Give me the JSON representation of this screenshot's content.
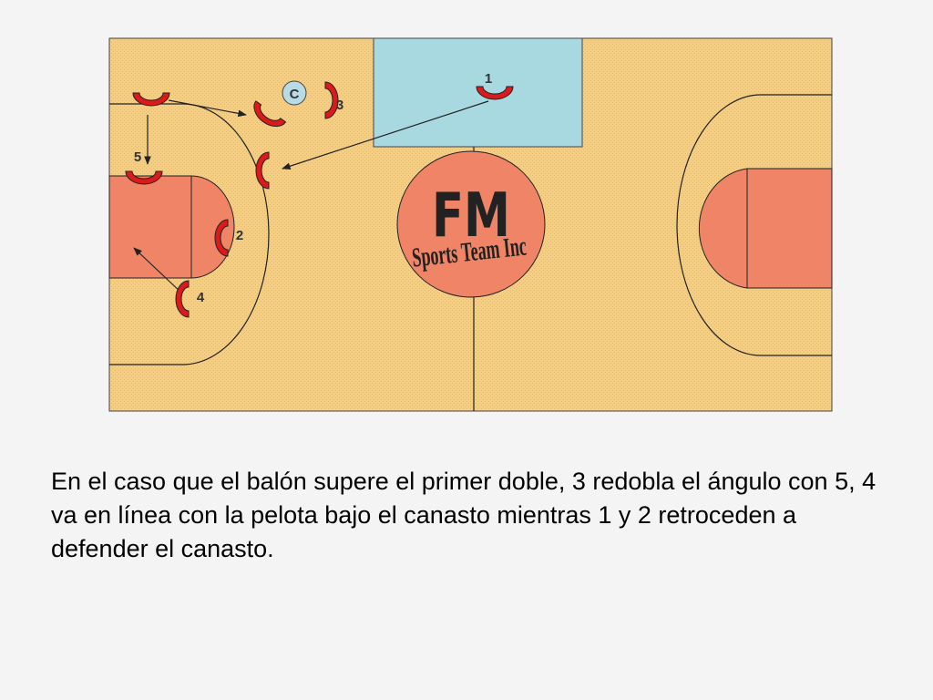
{
  "logo": {
    "line1": "FM",
    "line2": "Sports Team Inc"
  },
  "players": [
    {
      "id": "1",
      "label": "1"
    },
    {
      "id": "2",
      "label": "2"
    },
    {
      "id": "3",
      "label": "3"
    },
    {
      "id": "4",
      "label": "4"
    },
    {
      "id": "5",
      "label": "5"
    }
  ],
  "ball": {
    "label": "C"
  },
  "caption": "En el caso que el balón supere el primer doble, 3 redobla el ángulo con 5, 4 va en línea con la pelota bajo el canasto mientras 1 y 2 retroceden a defender el canasto.",
  "colors": {
    "court": "#f2cf85",
    "paint": "#ef8466",
    "key_box": "#a8d8e0",
    "player": "#dd1a1a",
    "ball_fill": "#b8dbe6",
    "line": "#222222"
  }
}
